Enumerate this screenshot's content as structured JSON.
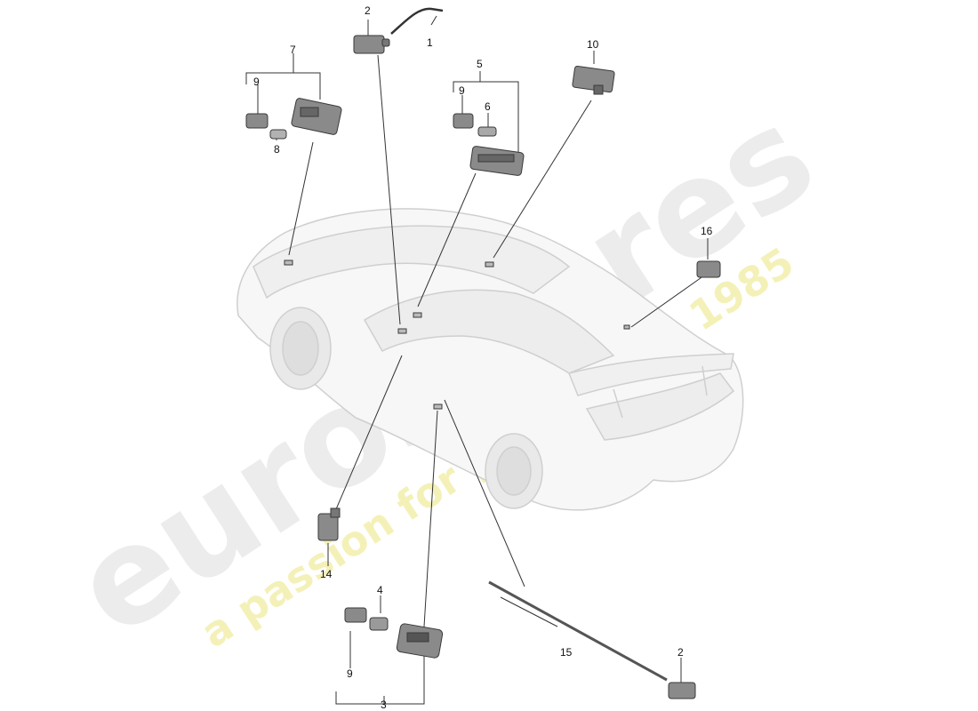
{
  "watermark": {
    "brand": "eurospares",
    "tagline": "a passion for parts since 1985",
    "brand_color": "#e6e6e6",
    "tagline_color": "#f2efb0"
  },
  "callouts": {
    "c1": "1",
    "c2a": "2",
    "c2b": "2",
    "c3": "3",
    "c4": "4",
    "c5": "5",
    "c6": "6",
    "c7": "7",
    "c8": "8",
    "c9a": "9",
    "c9b": "9",
    "c9c": "9",
    "c10": "10",
    "c14": "14",
    "c15": "15",
    "c16": "16"
  },
  "icons": {
    "car": "car-rear-three-quarter-icon",
    "part": "part-icon"
  }
}
